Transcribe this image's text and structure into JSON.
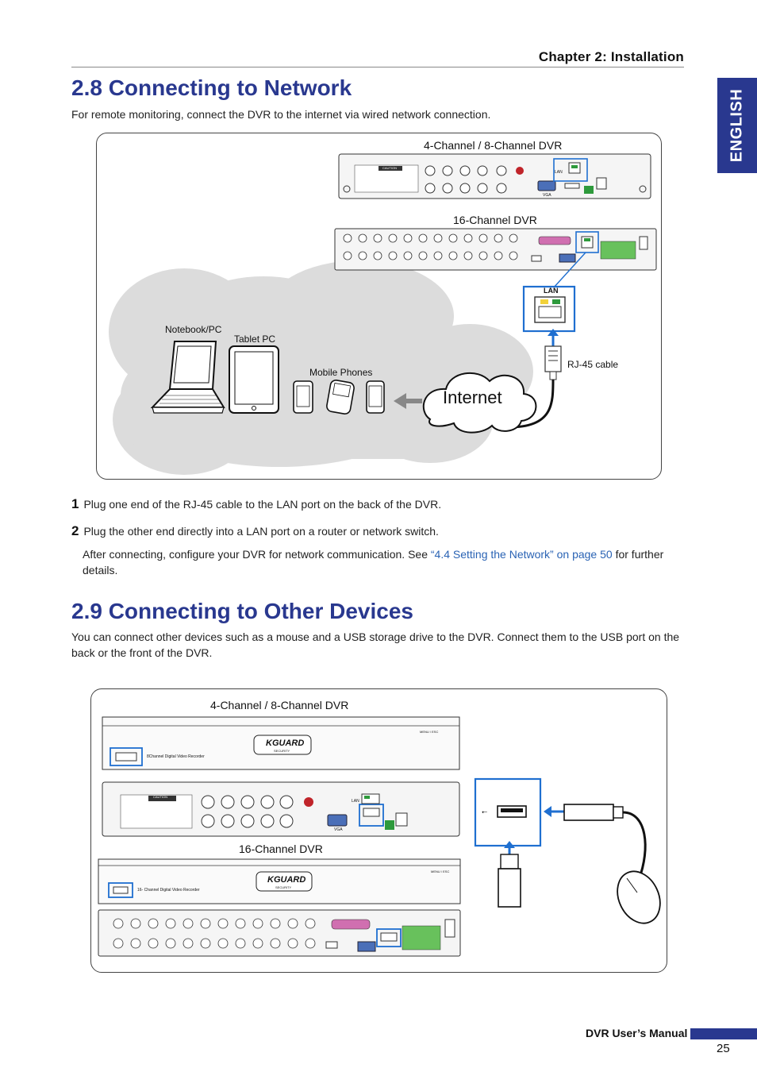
{
  "header": {
    "chapter": "Chapter 2: Installation",
    "side_tab": "ENGLISH"
  },
  "section_network": {
    "title": "2.8 Connecting to Network",
    "intro": "For remote monitoring, connect the DVR to the internet via wired network connection.",
    "diagram": {
      "dvr_4_8_label": "4-Channel / 8-Channel DVR",
      "dvr_16_label": "16-Channel DVR",
      "lan_label": "LAN",
      "rj45_label": "RJ-45 cable",
      "internet_label": "Internet",
      "notebook_label": "Notebook/PC",
      "tablet_label": "Tablet PC",
      "phones_label": "Mobile Phones",
      "vga_label": "VGA",
      "caution_label": "CAUTION"
    },
    "steps": [
      {
        "num": "1",
        "text": "Plug one end of the RJ-45 cable to the LAN port on the back of the DVR."
      },
      {
        "num": "2",
        "text": "Plug the other end directly into a LAN port on a router or network switch."
      }
    ],
    "after_pre": "After connecting, configure your DVR for network communication. See ",
    "after_link": "“4.4 Setting the Network” on page 50",
    "after_post": " for further details."
  },
  "section_devices": {
    "title": "2.9 Connecting to Other Devices",
    "intro": "You can connect other devices such as a mouse and a USB storage drive to the DVR. Connect them to the USB port on the back or the front of the DVR.",
    "diagram": {
      "dvr_4_8_label": "4-Channel / 8-Channel DVR",
      "dvr_16_label": "16-Channel DVR",
      "front_8_text": "8Channel Digital Video Recorder",
      "front_16_text": "16- Channel Digital Video Recorder",
      "brand": "KGUARD",
      "brand_sub": "SECURITY",
      "menu_label": "MENU / ESC",
      "lan_label": "LAN",
      "vga_label": "VGA",
      "caution_label": "CAUTION"
    }
  },
  "footer": {
    "title": "DVR User’s Manual",
    "page": "25"
  },
  "colors": {
    "accent": "#29388f",
    "link": "#2a63b4",
    "highlight": "#1f6fd0"
  }
}
